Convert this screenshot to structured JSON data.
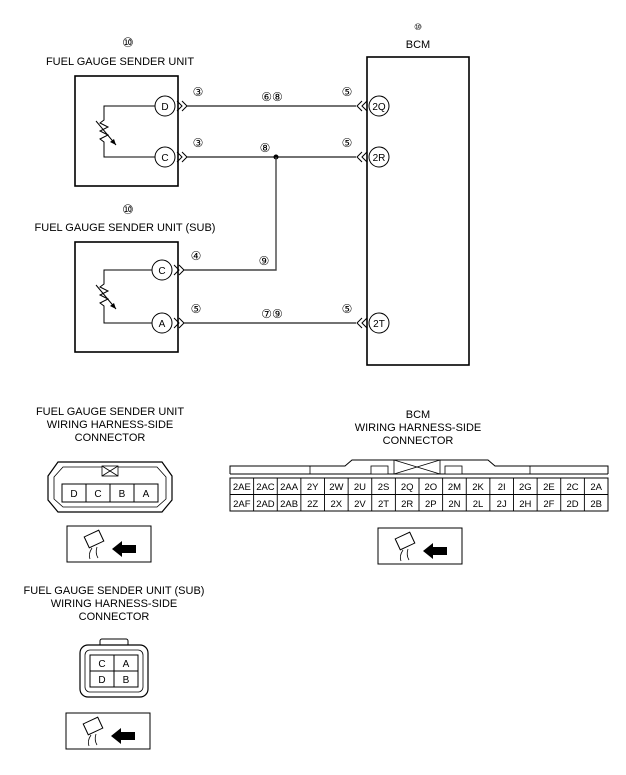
{
  "bcm": {
    "num": "⑩",
    "title": "BCM"
  },
  "sender_main": {
    "num": "⑩",
    "title": "FUEL GAUGE SENDER UNIT",
    "pins": [
      "D",
      "C"
    ]
  },
  "sender_sub": {
    "num": "⑩",
    "title": "FUEL GAUGE SENDER UNIT (SUB)",
    "pins": [
      "C",
      "A"
    ]
  },
  "wires": [
    {
      "from_pin": "D",
      "from_mark": "③",
      "mid": "⑥⑧",
      "to_mark": "⑤",
      "to_pin": "2Q"
    },
    {
      "from_pin": "C",
      "from_mark": "③",
      "mid": "⑧",
      "to_mark": "⑤",
      "to_pin": "2R"
    },
    {
      "from_pin": "C",
      "from_mark": "④",
      "mid": "⑨"
    },
    {
      "from_pin": "A",
      "from_mark": "⑤",
      "mid": "⑦⑨",
      "to_mark": "⑤",
      "to_pin": "2T"
    }
  ],
  "conn_main": {
    "title": [
      "FUEL GAUGE SENDER UNIT",
      "WIRING HARNESS-SIDE",
      "CONNECTOR"
    ],
    "pins": [
      "D",
      "C",
      "B",
      "A"
    ]
  },
  "conn_bcm": {
    "title": [
      "BCM",
      "WIRING HARNESS-SIDE",
      "CONNECTOR"
    ],
    "row1": [
      "2AE",
      "2AC",
      "2AA",
      "2Y",
      "2W",
      "2U",
      "2S",
      "2Q",
      "2O",
      "2M",
      "2K",
      "2I",
      "2G",
      "2E",
      "2C",
      "2A"
    ],
    "row2": [
      "2AF",
      "2AD",
      "2AB",
      "2Z",
      "2X",
      "2V",
      "2T",
      "2R",
      "2P",
      "2N",
      "2L",
      "2J",
      "2H",
      "2F",
      "2D",
      "2B"
    ]
  },
  "conn_sub": {
    "title": [
      "FUEL GAUGE SENDER UNIT (SUB)",
      "WIRING HARNESS-SIDE",
      "CONNECTOR"
    ],
    "pins": [
      "C",
      "A",
      "D",
      "B"
    ]
  },
  "icons": [
    "connector-plug-icon",
    "connector-plug-icon",
    "connector-plug-icon"
  ]
}
